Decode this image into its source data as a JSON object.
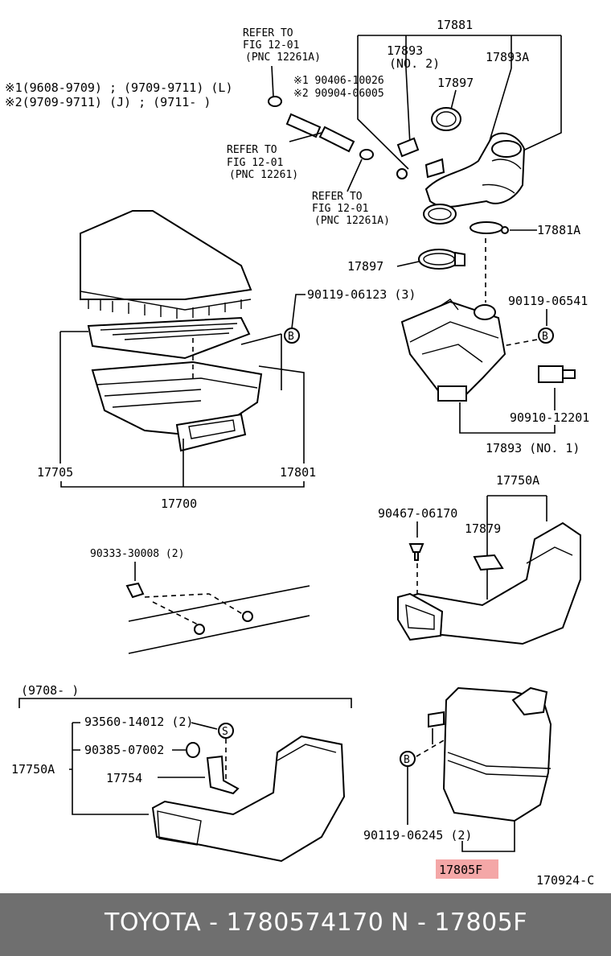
{
  "diagram": {
    "labels": {
      "p17881": "17881",
      "refer1": "REFER TO",
      "refer1_fig": "FIG 12-01",
      "refer1_pnc": "(PNC 12261A)",
      "p17893": "17893",
      "no2": "(NO. 2)",
      "p17893A": "17893A",
      "note1": "※1(9608-9709) ; (9709-9711) (L)",
      "note2": "※2(9709-9711) (J) ; (9711-        )",
      "note3": "※1 90406-10026",
      "note4": "※2 90904-06005",
      "p17897_top": "17897",
      "refer2": "REFER TO",
      "refer2_fig": "FIG 12-01",
      "refer2_pnc": "(PNC 12261)",
      "refer3": "REFER TO",
      "refer3_fig": "FIG 12-01",
      "refer3_pnc": "(PNC 12261A)",
      "p17881A": "17881A",
      "p17897_mid": "17897",
      "p9011906123": "90119-06123 (3)",
      "p9011906541": "90119-06541",
      "p9091012201": "90910-12201",
      "p17893no1": "17893 (NO. 1)",
      "p17705": "17705",
      "p17801": "17801",
      "p17700": "17700",
      "p17750A_top": "17750A",
      "p9046706170": "90467-06170",
      "p17879": "17879",
      "p9033330008": "90333-30008 (2)",
      "range9708": "(9708-        )",
      "p9356014012": "93560-14012 (2)",
      "p9038507002": "90385-07002",
      "p17750A_left": "17750A",
      "p17754": "17754",
      "p9011906245": "90119-06245 (2)",
      "p17805F": "17805F",
      "code": "170924-C",
      "circleB": "B",
      "circleS": "S"
    }
  },
  "footer": {
    "brand_part": "TOYOTA - 1780574170",
    "ref": "N - 17805F"
  },
  "colors": {
    "highlight": "#f4a7a7",
    "footer_bg": "#6f6f6f"
  }
}
